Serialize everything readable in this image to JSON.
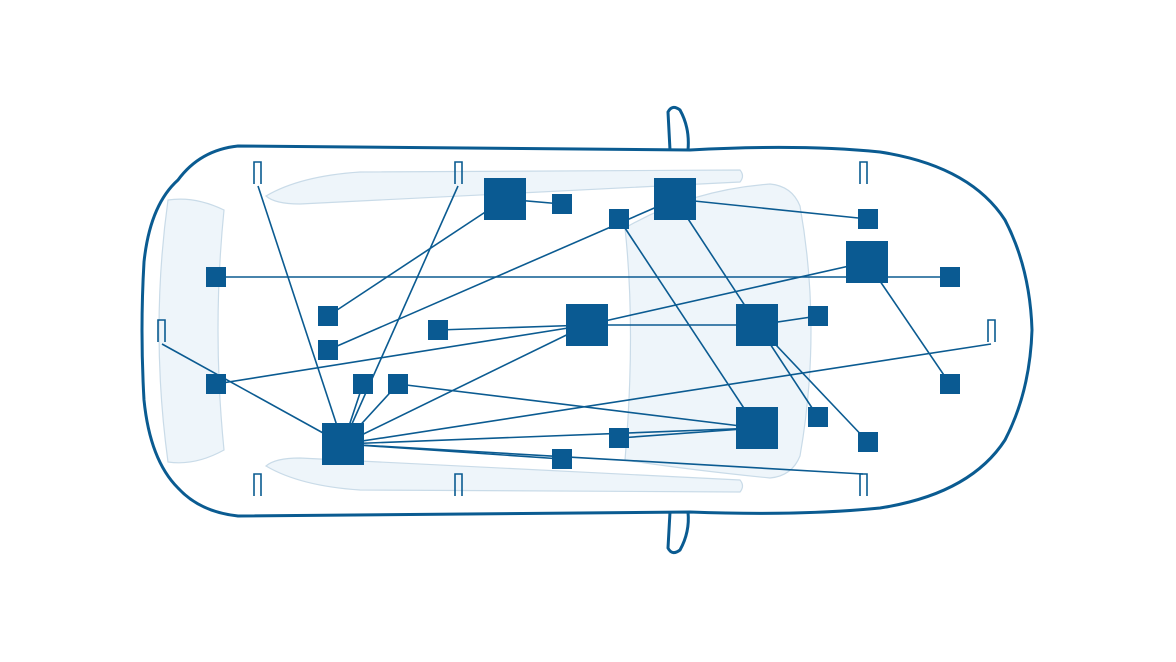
{
  "diagram": {
    "type": "vehicle-network-topology",
    "colors": {
      "outline": "#0a5b91",
      "node": "#0a5a92",
      "wire": "#0b5b91",
      "glass": "#eef5fa"
    },
    "node_count": 26,
    "connection_count": 32
  }
}
